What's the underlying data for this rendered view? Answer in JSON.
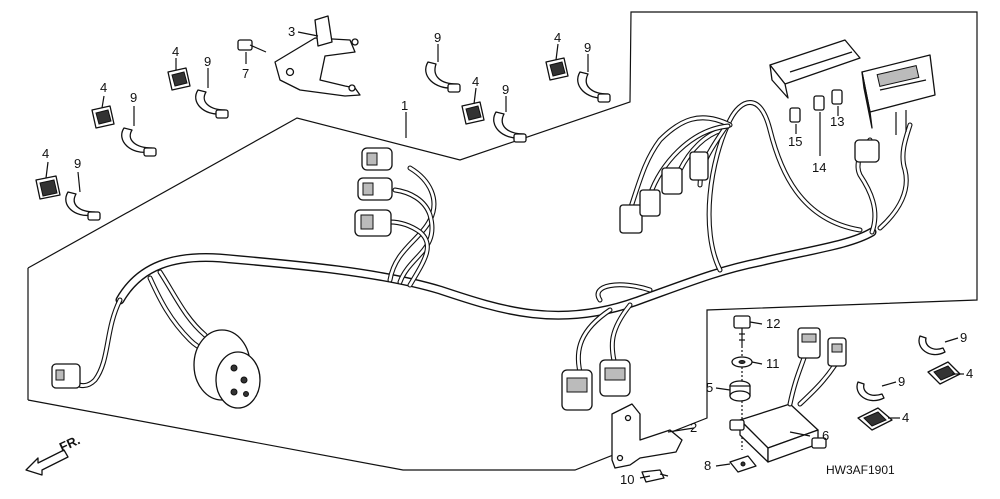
{
  "diagram": {
    "code": "HW3AF1901",
    "direction_label": "FR.",
    "callouts": [
      "1",
      "2",
      "3",
      "4",
      "5",
      "6",
      "7",
      "8",
      "9",
      "10",
      "11",
      "12",
      "13",
      "14",
      "15"
    ]
  }
}
